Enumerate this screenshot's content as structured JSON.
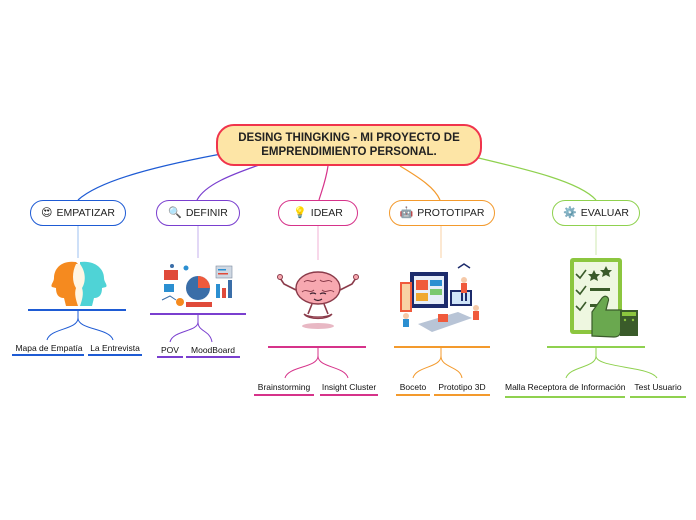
{
  "root": {
    "title_line1": "DESING THINGKING - MI PROYECTO DE",
    "title_line2": "EMPRENDIMIENTO PERSONAL."
  },
  "branches": [
    {
      "label": "EMPATIZAR",
      "icon": "smiling-face-with-heart-eyes-icon",
      "color": "#1e5bd4",
      "leaves": [
        "Mapa de Empatía",
        "La Entrevista"
      ]
    },
    {
      "label": "DEFINIR",
      "icon": "magnifying-glass-icon",
      "color": "#7a3fcf",
      "leaves": [
        "POV",
        "MoodBoard"
      ]
    },
    {
      "label": "IDEAR",
      "icon": "light-bulb-icon",
      "color": "#d6338a",
      "leaves": [
        "Brainstorming",
        "Insight Cluster"
      ]
    },
    {
      "label": "PROTOTIPAR",
      "icon": "robot-icon",
      "color": "#f39a2d",
      "leaves": [
        "Boceto",
        "Prototipo 3D"
      ]
    },
    {
      "label": "EVALUAR",
      "icon": "gear-icon",
      "color": "#8fd14f",
      "leaves": [
        "Malla Receptora de Información",
        "Test Usuario"
      ]
    }
  ]
}
